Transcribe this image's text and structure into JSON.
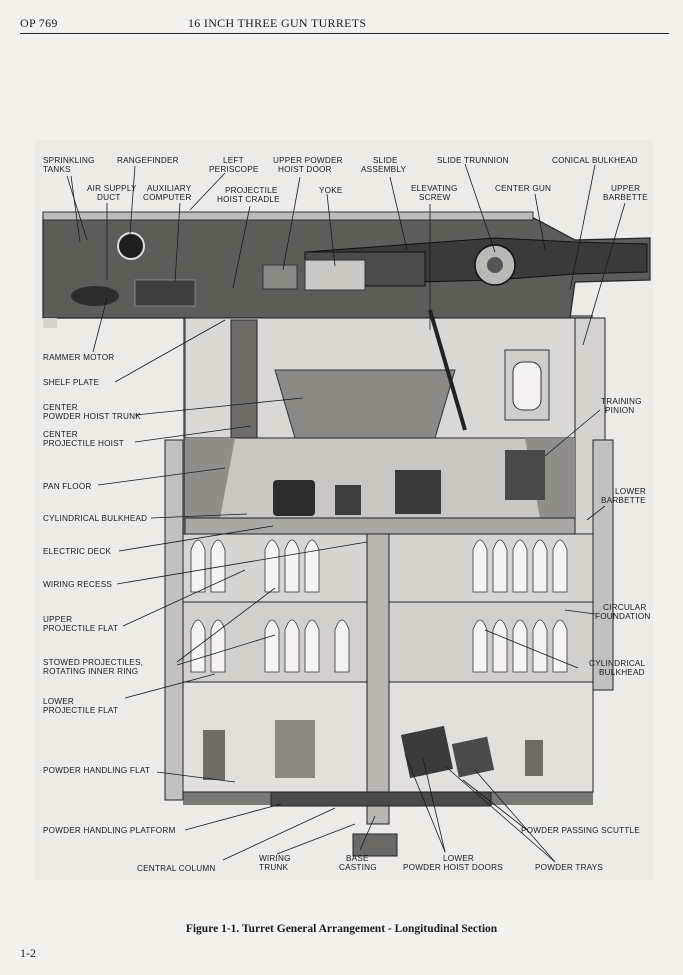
{
  "header": {
    "doc_number": "OP 769",
    "title": "16 INCH THREE GUN TURRETS"
  },
  "figure": {
    "labels": {
      "sprinkling_tanks": [
        "SPRINKLING",
        "TANKS"
      ],
      "rangefinder": "RANGEFINDER",
      "left_periscope": [
        "LEFT",
        "PERISCOPE"
      ],
      "upper_powder_hoist_door": [
        "UPPER POWDER",
        "HOIST DOOR"
      ],
      "slide_assembly": [
        "SLIDE",
        "ASSEMBLY"
      ],
      "slide_trunnion": "SLIDE TRUNNION",
      "conical_bulkhead": "CONICAL BULKHEAD",
      "air_supply_duct": [
        "AIR SUPPLY",
        "DUCT"
      ],
      "auxiliary_computer": [
        "AUXILIARY",
        "COMPUTER"
      ],
      "projectile_hoist_cradle": [
        "PROJECTILE",
        "HOIST CRADLE"
      ],
      "yoke": "YOKE",
      "elevating_screw": [
        "ELEVATING",
        "SCREW"
      ],
      "center_gun": "CENTER GUN",
      "upper_barbette": [
        "UPPER",
        "BARBETTE"
      ],
      "rammer_motor": "RAMMER MOTOR",
      "shelf_plate": "SHELF PLATE",
      "center_powder_hoist_trunk": [
        "CENTER",
        "POWDER HOIST TRUNK"
      ],
      "center_projectile_hoist": [
        "CENTER",
        "PROJECTILE HOIST"
      ],
      "training_pinion": [
        "TRAINING",
        "PINION"
      ],
      "pan_floor": "PAN FLOOR",
      "lower_barbette": [
        "LOWER",
        "BARBETTE"
      ],
      "cylindrical_bulkhead_left": "CYLINDRICAL BULKHEAD",
      "electric_deck": "ELECTRIC DECK",
      "wiring_recess": "WIRING RECESS",
      "upper_projectile_flat": [
        "UPPER",
        "PROJECTILE FLAT"
      ],
      "circular_foundation": [
        "CIRCULAR",
        "FOUNDATION"
      ],
      "stowed_projectiles": [
        "STOWED PROJECTILES,",
        "ROTATING INNER RING"
      ],
      "cylindrical_bulkhead_right": [
        "CYLINDRICAL",
        "BULKHEAD"
      ],
      "lower_projectile_flat": [
        "LOWER",
        "PROJECTILE FLAT"
      ],
      "powder_handling_flat": "POWDER HANDLING FLAT",
      "powder_handling_platform": "POWDER HANDLING PLATFORM",
      "powder_passing_scuttle": "POWDER PASSING SCUTTLE",
      "central_column": "CENTRAL COLUMN",
      "wiring_trunk": [
        "WIRING",
        "TRUNK"
      ],
      "base_casting": [
        "BASE",
        "CASTING"
      ],
      "lower_powder_hoist_doors": [
        "LOWER",
        "POWDER HOIST DOORS"
      ],
      "powder_trays": "POWDER TRAYS"
    }
  },
  "caption": "Figure 1-1.  Turret General Arrangement - Longitudinal Section",
  "page_number": "1-2"
}
